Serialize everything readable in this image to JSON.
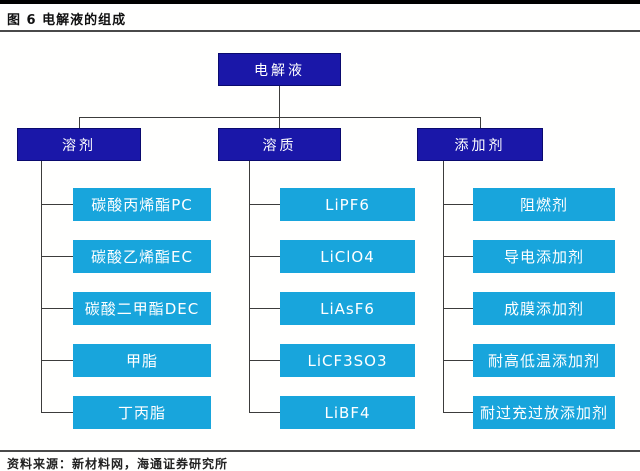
{
  "figure": {
    "title": "图 6 电解液的组成",
    "source": "资料来源：新材料网，海通证券研究所"
  },
  "colors": {
    "navy_box": "#1A17A8",
    "cyan_box": "#18A5DC",
    "connector_line": "#3C3C3C",
    "top_bar": "#000000"
  },
  "tree": {
    "root": {
      "label": "电解液"
    },
    "branches": [
      {
        "label": "溶剂",
        "children": [
          "碳酸丙烯酯PC",
          "碳酸乙烯酯EC",
          "碳酸二甲酯DEC",
          "甲脂",
          "丁丙脂"
        ]
      },
      {
        "label": "溶质",
        "children": [
          "LiPF6",
          "LiClO4",
          "LiAsF6",
          "LiCF3SO3",
          "LiBF4"
        ]
      },
      {
        "label": "添加剂",
        "children": [
          "阻燃剂",
          "导电添加剂",
          "成膜添加剂",
          "耐高低温添加剂",
          "耐过充过放添加剂"
        ]
      }
    ]
  }
}
